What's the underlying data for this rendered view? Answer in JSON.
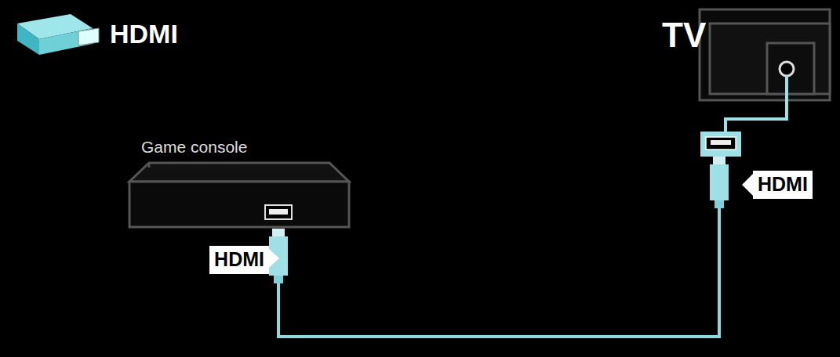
{
  "diagram": {
    "nodes": [
      {
        "text": [
          "Game console"
        ]
      },
      {
        "text": [
          "TV"
        ]
      }
    ],
    "edges": [
      {
        "from": 0,
        "to": 1,
        "arrow": "none"
      }
    ],
    "labels": [
      "HDMI",
      "HDMI",
      "HDMI"
    ]
  }
}
